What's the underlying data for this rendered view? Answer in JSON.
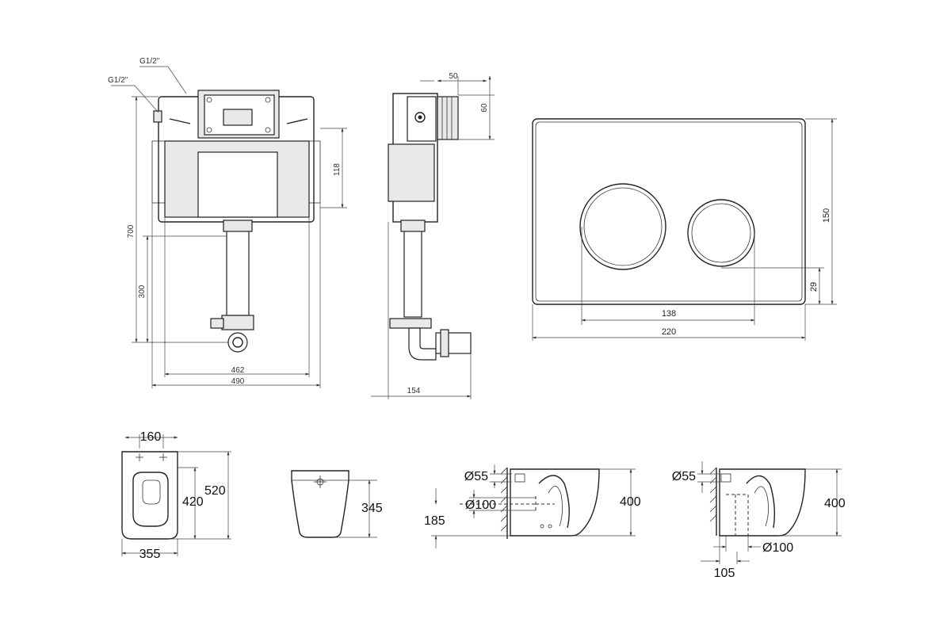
{
  "cistern_front": {
    "thread_top": "G1/2\"",
    "thread_left": "G1/2\"",
    "height_total": "700",
    "height_outlet": "300",
    "height_right": "118",
    "width_inner": "462",
    "width_outer": "490"
  },
  "cistern_side": {
    "top_width": "50",
    "top_height": "60",
    "depth": "154"
  },
  "flush_plate": {
    "width": "220",
    "height": "150",
    "buttons_span": "138",
    "button_offset": "29"
  },
  "toilet_top": {
    "hole_spacing": "160",
    "length": "520",
    "seat_length": "420",
    "width": "355"
  },
  "toilet_back": {
    "height": "345"
  },
  "toilet_side_1": {
    "inlet": "Ø55",
    "outlet": "Ø100",
    "outlet_height": "185",
    "height": "400"
  },
  "toilet_side_2": {
    "inlet": "Ø55",
    "outlet": "Ø100",
    "outlet_offset": "105",
    "height": "400"
  }
}
